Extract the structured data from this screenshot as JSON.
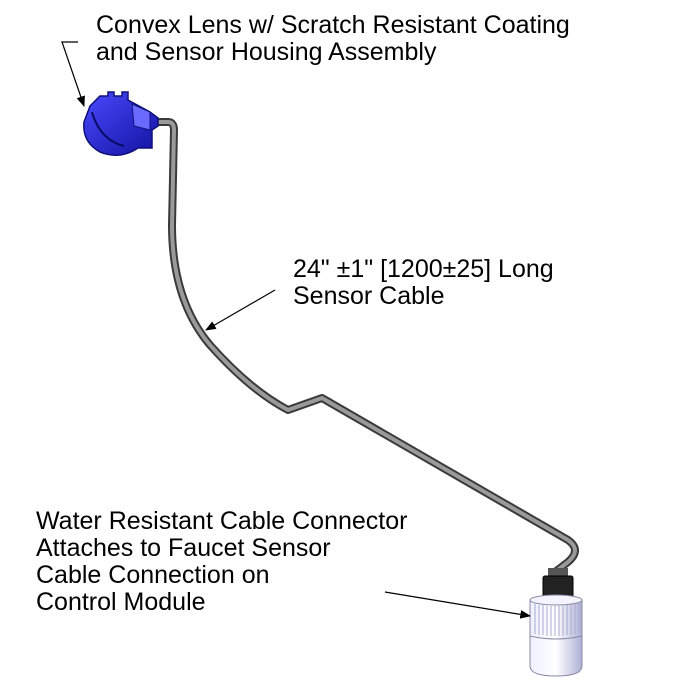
{
  "labels": {
    "lens": {
      "line1": "Convex Lens w/ Scratch Resistant Coating",
      "line2": "and Sensor Housing Assembly"
    },
    "cable": {
      "line1": "24\" ±1\" [1200±25] Long",
      "line2": "Sensor Cable"
    },
    "connector": {
      "line1": "Water Resistant Cable Connector",
      "line2": "Attaches to Faucet Sensor",
      "line3": "Cable Connection on",
      "line4": "Control Module"
    }
  },
  "colors": {
    "housing": "#2a2ad0",
    "housing_dark": "#10107a",
    "cable": "#7a7a7a",
    "cable_dark": "#3a3a3a",
    "connector_body": "#dcdcf4",
    "connector_nut": "#222222"
  },
  "icons": {
    "housing": "sensor-housing-icon",
    "connector": "cable-connector-icon"
  }
}
